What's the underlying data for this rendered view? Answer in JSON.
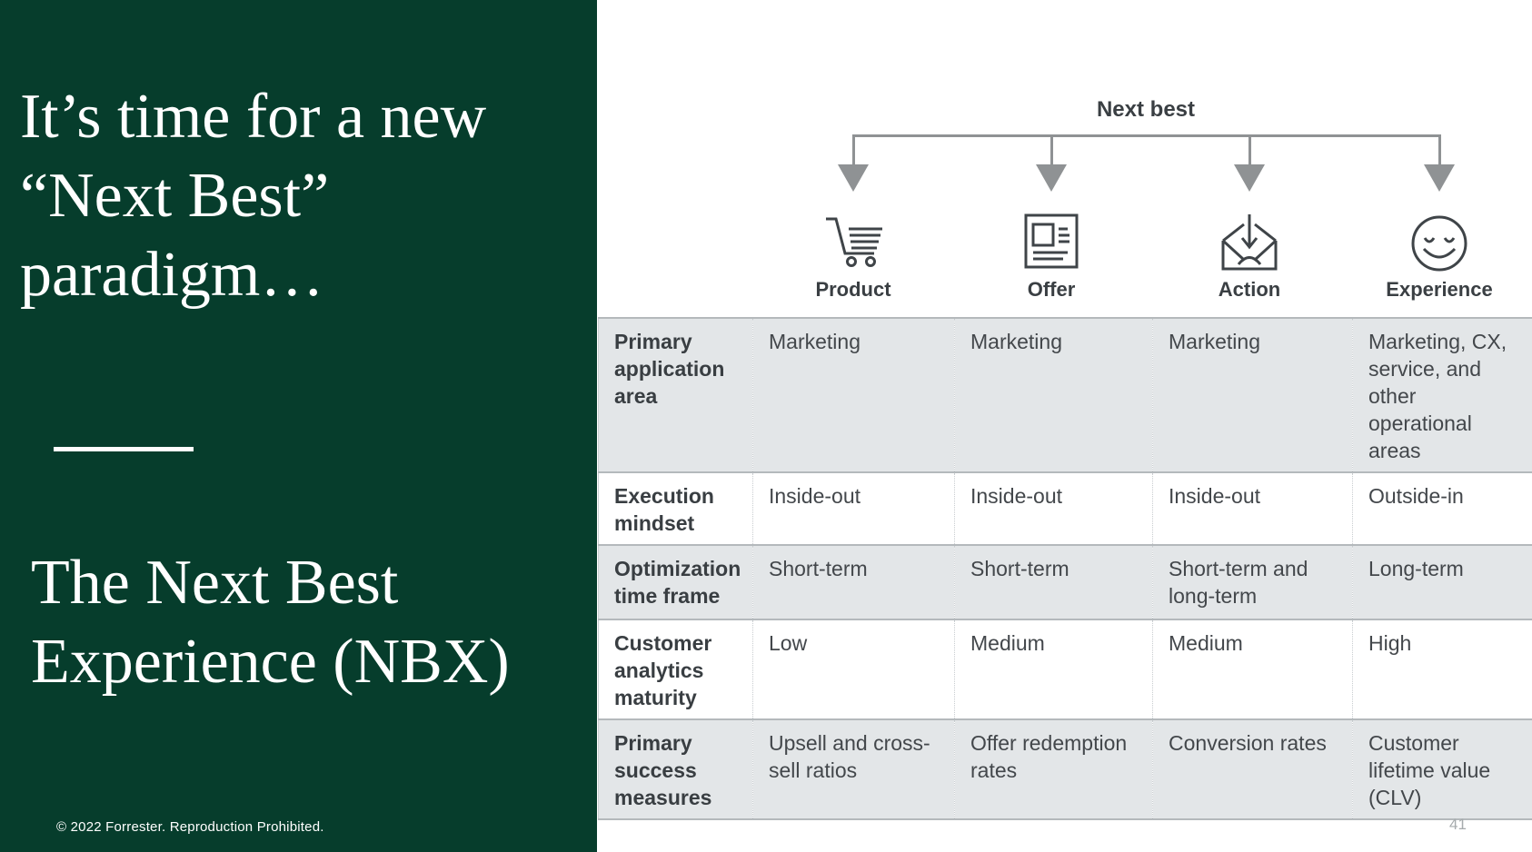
{
  "left_panel": {
    "title_lines": [
      "It’s time for a new",
      "“Next Best”",
      "paradigm…"
    ],
    "subtitle_lines": [
      "The Next Best",
      "Experience (NBX)"
    ],
    "footer": "© 2022 Forrester. Reproduction Prohibited.",
    "bg_color": "#063D2C",
    "text_color": "#FFFFFF"
  },
  "diagram": {
    "root_label": "Next best",
    "line_color": "#8F9294",
    "icon_color": "#3F4448",
    "label_color": "#3A3F43",
    "branches": [
      {
        "label": "Product",
        "icon": "shopping-cart-icon"
      },
      {
        "label": "Offer",
        "icon": "offer-document-icon"
      },
      {
        "label": "Action",
        "icon": "envelope-arrow-icon"
      },
      {
        "label": "Experience",
        "icon": "smiley-face-icon"
      }
    ]
  },
  "table": {
    "stripe_color": "#E3E6E8",
    "border_color": "#B4B9BC",
    "rows": [
      {
        "header": "Primary application area",
        "cells": [
          "Marketing",
          "Marketing",
          "Marketing",
          "Marketing, CX, service, and other operational areas"
        ]
      },
      {
        "header": "Execution mindset",
        "cells": [
          "Inside-out",
          "Inside-out",
          "Inside-out",
          "Outside-in"
        ]
      },
      {
        "header": "Optimization time frame",
        "cells": [
          "Short-term",
          "Short-term",
          "Short-term and long-term",
          "Long-term"
        ]
      },
      {
        "header": "Customer analytics maturity",
        "cells": [
          "Low",
          "Medium",
          "Medium",
          "High"
        ]
      },
      {
        "header": "Primary success measures",
        "cells": [
          "Upsell and cross-sell ratios",
          "Offer redemption rates",
          "Conversion rates",
          "Customer lifetime value (CLV)"
        ]
      }
    ]
  },
  "page_number": "41"
}
